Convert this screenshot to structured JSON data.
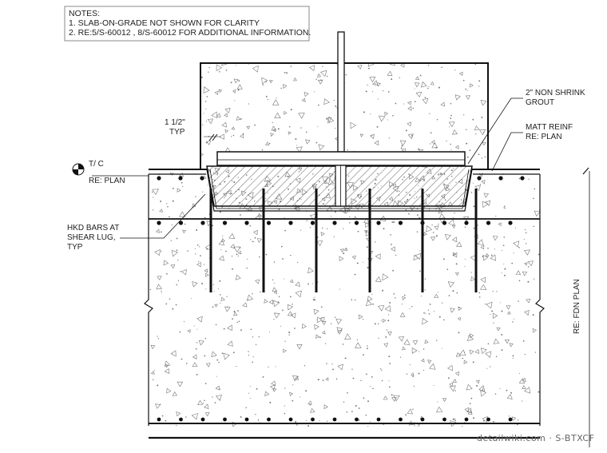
{
  "notes": {
    "title": "NOTES:",
    "lines": [
      "1. SLAB-ON-GRADE NOT SHOWN FOR CLARITY",
      "2. RE:5/S-60012 , 8/S-60012  FOR ADDITIONAL INFORMATION."
    ]
  },
  "labels": {
    "grout_line1": "2\" NON SHRINK",
    "grout_line2": "GROUT",
    "dim_line1": "1 1/2\"",
    "dim_line2": "TYP",
    "matt_line1": "MATT REINF",
    "matt_line2": "RE: PLAN",
    "tc_line1": "T/ C",
    "tc_line2": "RE: PLAN",
    "hkd_line1": "HKD BARS AT",
    "hkd_line2": "SHEAR LUG,",
    "hkd_line3": "TYP",
    "fdn": "RE: FDN PLAN"
  },
  "watermark": "detailwiki.com · S-BTXCF"
}
